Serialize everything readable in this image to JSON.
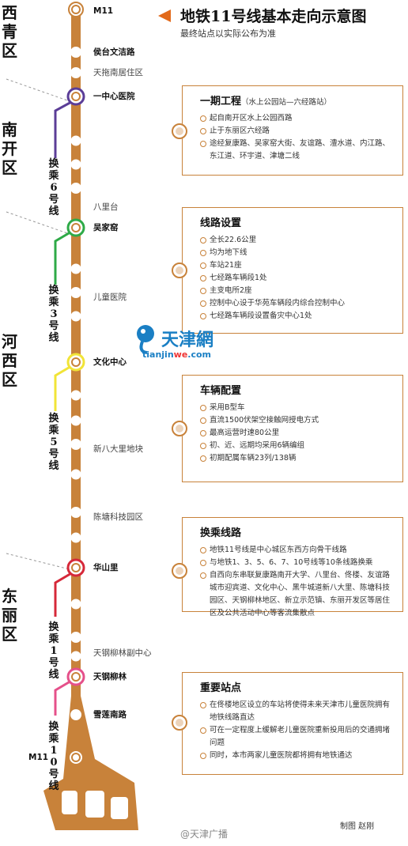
{
  "title": "地铁11号线基本走向示意图",
  "subtitle": "最终站点以实际公布为准",
  "colors": {
    "line": "#c8823a",
    "line6": "#5b3d97",
    "line3": "#2eaa47",
    "line5": "#f1e437",
    "line1": "#d62839",
    "line10": "#e5508a"
  },
  "districts": [
    "西青区",
    "南开区",
    "河西区",
    "东丽区"
  ],
  "stations": [
    {
      "label": "M11",
      "bold": true
    },
    {
      "label": "侯台文洁路",
      "bold": true
    },
    {
      "label": "天拖南居住区",
      "bold": false
    },
    {
      "label": "一中心医院",
      "bold": true
    },
    {
      "label": "八里台",
      "bold": false
    },
    {
      "label": "吴家窑",
      "bold": true
    },
    {
      "label": "儿童医院",
      "bold": false
    },
    {
      "label": "文化中心",
      "bold": true
    },
    {
      "label": "新八大里地块",
      "bold": false
    },
    {
      "label": "陈塘科技园区",
      "bold": false
    },
    {
      "label": "华山里",
      "bold": true
    },
    {
      "label": "天钢柳林副中心",
      "bold": false
    },
    {
      "label": "天钢柳林",
      "bold": true
    },
    {
      "label": "雪莲南路",
      "bold": true
    },
    {
      "label": "M11",
      "bold": true
    }
  ],
  "transfers": [
    "换乘6号线",
    "换乘3号线",
    "换乘5号线",
    "换乘1号线",
    "换乘10号线"
  ],
  "boxes": [
    {
      "title": "一期工程",
      "subtitle": "（水上公园站—六经路站）",
      "items": [
        "起自南开区水上公园西路",
        "止于东丽区六经路",
        "途经复康路、吴家窑大街、友谊路、澧水道、内江路、东江道、环宇道、津塘二线"
      ]
    },
    {
      "title": "线路设置",
      "subtitle": "",
      "items": [
        "全长22.6公里",
        "均为地下线",
        "车站21座",
        "七经路车辆段1处",
        "主变电所2座",
        "控制中心设于华苑车辆段内综合控制中心",
        "七经路车辆段设置备灾中心1处"
      ]
    },
    {
      "title": "车辆配置",
      "subtitle": "",
      "items": [
        "采用B型车",
        "直流1500伏架空接触网授电方式",
        "最高运营时速80公里",
        "初、近、远期均采用6辆编组",
        "初期配属车辆23列/138辆"
      ]
    },
    {
      "title": "换乘线路",
      "subtitle": "",
      "items": [
        "地铁11号线是中心城区东西方向骨干线路",
        "与地铁1、3、5、6、7、10号线等10条线路换乘",
        "自西向东串联复康路南开大学、八里台、佟楼、友谊路城市迎宾道、文化中心、黑牛城道新八大里、陈塘科技园区、天钢柳林地区、新立示范镇、东丽开发区等居住区及公共活动中心等客流集散点"
      ]
    },
    {
      "title": "重要站点",
      "subtitle": "",
      "items": [
        "在佟楼地区设立的车站将使得未来天津市儿童医院拥有地铁线路直达",
        "可在一定程度上缓解老儿童医院重新投用后的交通拥堵问题",
        "同时，本市两家儿童医院都将拥有地铁通达"
      ]
    }
  ],
  "logo": {
    "name": "天津網",
    "url_prefix": "tianjin",
    "url_we": "we",
    "url_suffix": ".com"
  },
  "credit": "制图  赵刚",
  "watermark": "@天津广播"
}
